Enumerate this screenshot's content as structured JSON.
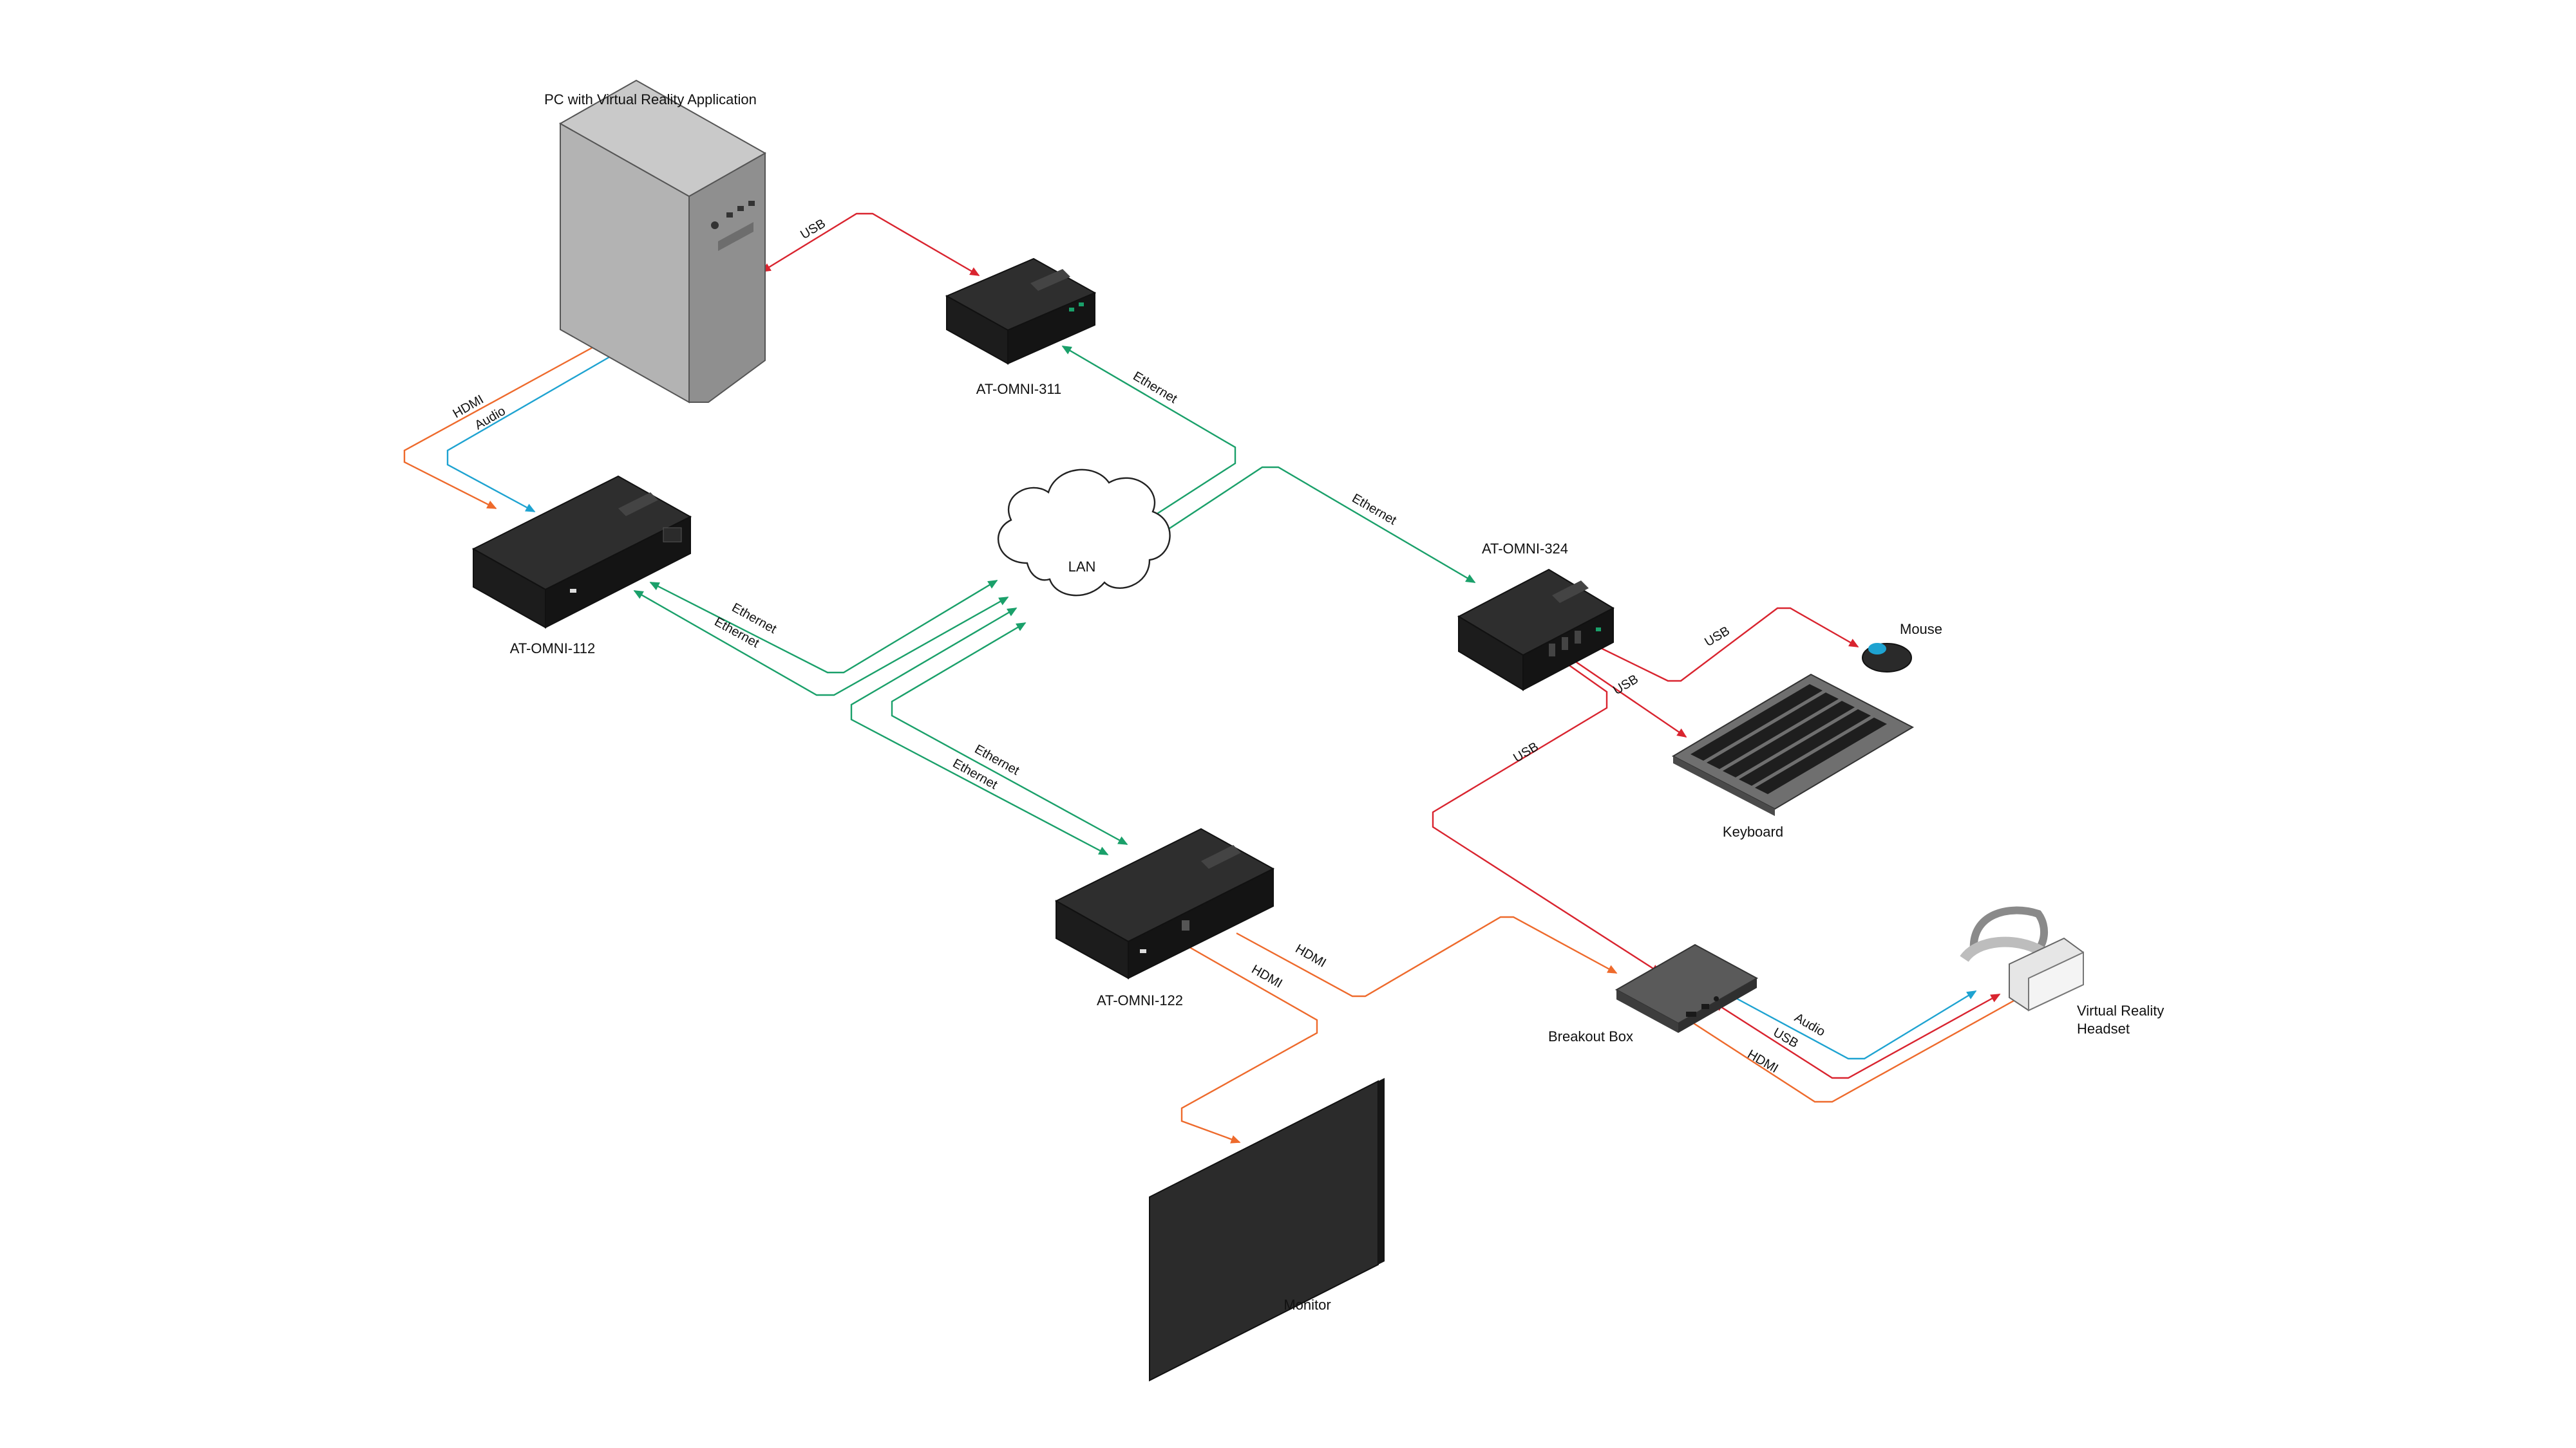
{
  "colors": {
    "usb": "#d9242f",
    "ethernet": "#1aa06a",
    "hdmi": "#ee6a2c",
    "audio": "#1ea3d1",
    "device_dark": "#1c1c1c",
    "pc_gray": "#9a9a9a"
  },
  "devices": {
    "pc": "PC with Virtual Reality Application",
    "omni311": "AT-OMNI-311",
    "omni112": "AT-OMNI-112",
    "lan": "LAN",
    "omni324": "AT-OMNI-324",
    "mouse": "Mouse",
    "keyboard": "Keyboard",
    "omni122": "AT-OMNI-122",
    "breakout": "Breakout Box",
    "headset_line1": "Virtual Reality",
    "headset_line2": "Headset",
    "monitor": "Monitor"
  },
  "connections": {
    "usb_pc_311": "USB",
    "hdmi_pc_112": "HDMI",
    "audio_pc_112": "Audio",
    "eth_311_lan": "Ethernet",
    "eth_lan_324": "Ethernet",
    "eth_112_lan_1": "Ethernet",
    "eth_112_lan_2": "Ethernet",
    "eth_lan_122_1": "Ethernet",
    "eth_lan_122_2": "Ethernet",
    "usb_324_mouse": "USB",
    "usb_324_keyboard": "USB",
    "usb_324_breakout": "USB",
    "hdmi_122_breakout": "HDMI",
    "hdmi_122_monitor": "HDMI",
    "audio_breakout_headset": "Audio",
    "usb_breakout_headset": "USB",
    "hdmi_breakout_headset": "HDMI"
  }
}
